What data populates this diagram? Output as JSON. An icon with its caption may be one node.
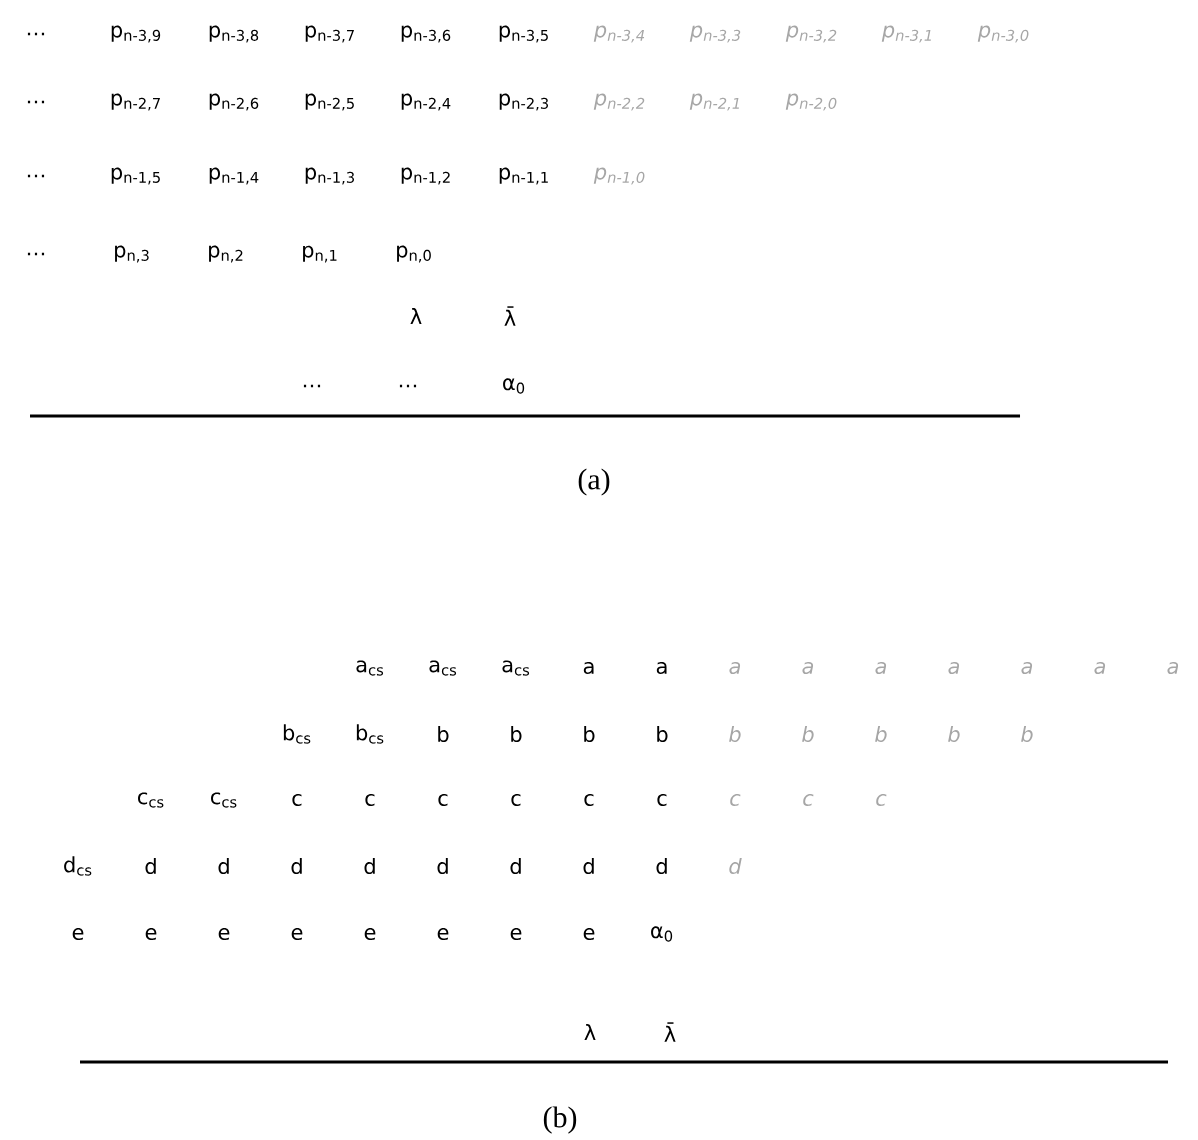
{
  "diagram": {
    "labels": [
      "…",
      "p$_{n-3,9}$",
      "p$_{n-3,8}$",
      "p$_{n-3,7}$",
      "p$_{n-3,6}$",
      "p$_{n-3,5}$",
      "p$_{n-3,4}$",
      "p$_{n-3,3}$",
      "p$_{n-3,2}$",
      "p$_{n-3,1}$",
      "p$_{n-3,0}$",
      "…",
      "p$_{n-2,7}$",
      "p$_{n-2,6}$",
      "p$_{n-2,5}$",
      "p$_{n-2,4}$",
      "p$_{n-2,3}$",
      "p$_{n-2,2}$",
      "p$_{n-2,1}$",
      "p$_{n-2,0}$",
      "…",
      "p$_{n-1,5}$",
      "p$_{n-1,4}$",
      "p$_{n-1,3}$",
      "p$_{n-1,2}$",
      "p$_{n-1,1}$",
      "p$_{n-1,0}$",
      "…",
      "p$_{n,3}$",
      "p$_{n,2}$",
      "p$_{n,1}$",
      "p$_{n,0}$",
      "λ",
      "λ̄",
      "…",
      "…",
      "α$_{0}$",
      "(a)",
      "a$_{cs}$",
      "a$_{cs}$",
      "a$_{cs}$",
      "a",
      "a",
      "a",
      "a",
      "a",
      "a",
      "a",
      "a",
      "a",
      "b$_{cs}$",
      "b$_{cs}$",
      "b",
      "b",
      "b",
      "b",
      "b",
      "b",
      "b",
      "b",
      "b",
      "c$_{cs}$",
      "c$_{cs}$",
      "c",
      "c",
      "c",
      "c",
      "c",
      "c",
      "c",
      "c",
      "c",
      "d$_{cs}$",
      "d",
      "d",
      "d",
      "d",
      "d",
      "d",
      "d",
      "d",
      "d",
      "e",
      "e",
      "e",
      "e",
      "e",
      "e",
      "e",
      "e",
      "α$_{0}$",
      "λ",
      "λ̄",
      "(b)"
    ]
  }
}
